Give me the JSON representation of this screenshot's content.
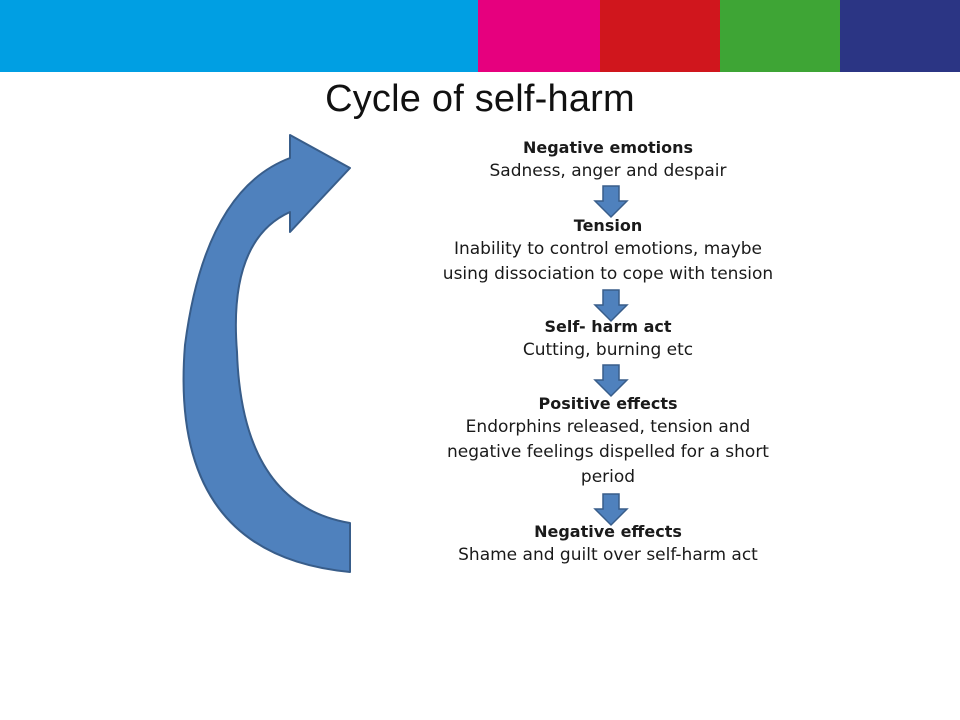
{
  "header_bands": {
    "colors": [
      "#009FE3",
      "#E6007E",
      "#D0161D",
      "#3EA535",
      "#2B3584"
    ]
  },
  "title": "Cycle of self-harm",
  "steps": [
    {
      "heading": "Negative emotions",
      "lines": [
        "Sadness, anger and despair"
      ]
    },
    {
      "heading": "Tension",
      "lines": [
        "Inability to control emotions, maybe",
        "using dissociation to cope with tension"
      ]
    },
    {
      "heading": "Self- harm act",
      "lines": [
        "Cutting, burning etc"
      ]
    },
    {
      "heading": "Positive effects",
      "lines": [
        "Endorphins released, tension and",
        "negative feelings dispelled for a short",
        "period"
      ]
    },
    {
      "heading": "Negative effects",
      "lines": [
        "Shame and guilt over self-harm act"
      ]
    }
  ],
  "arrow_color": "#4F81BD",
  "arrow_outline": "#385D8A"
}
